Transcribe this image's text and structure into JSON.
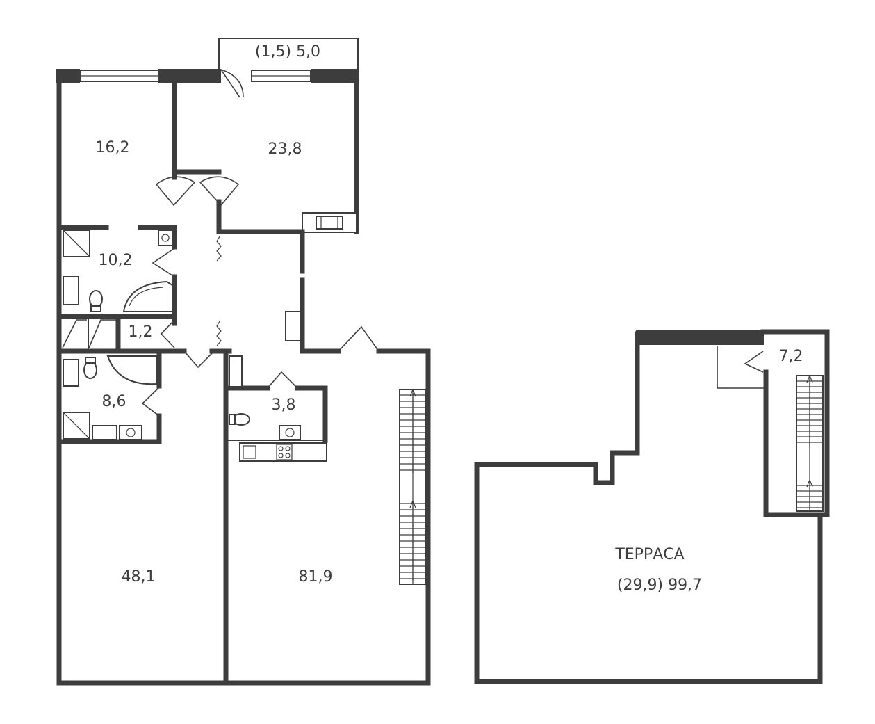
{
  "rooms": {
    "balcony": "(1,5) 5,0",
    "bedroom_left": "16,2",
    "bedroom_right": "23,8",
    "bathroom_upper": "10,2",
    "closet": "1,2",
    "bathroom_lower": "8,6",
    "wc": "3,8",
    "room_left": "48,1",
    "living_room": "81,9",
    "stair_room": "7,2"
  },
  "terrace": {
    "label": "ТЕРРАСА",
    "area": "(29,9) 99,7"
  }
}
